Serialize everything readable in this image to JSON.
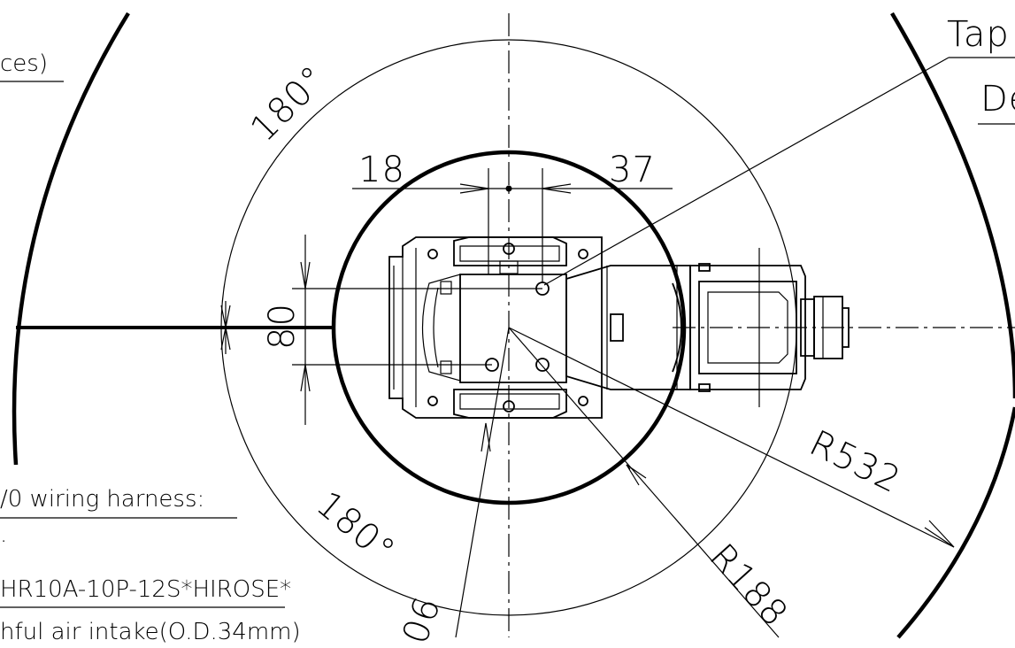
{
  "drawing": {
    "dimensions": {
      "left_width": "18",
      "right_width": "37",
      "height": "80",
      "angle_top": "180°",
      "angle_bottom": "180°",
      "radius_outer": "R532",
      "radius_inner": "R188",
      "partial_bottom": "06"
    },
    "notes": {
      "top_left": "ces)",
      "top_right_1": "Tap",
      "top_right_2": "De",
      "harness": "/0 wiring harness:",
      "dot": ".",
      "connector": "HR10A-10P-12S*HIROSE*",
      "air": "hful air intake(O.D.34mm)"
    }
  }
}
